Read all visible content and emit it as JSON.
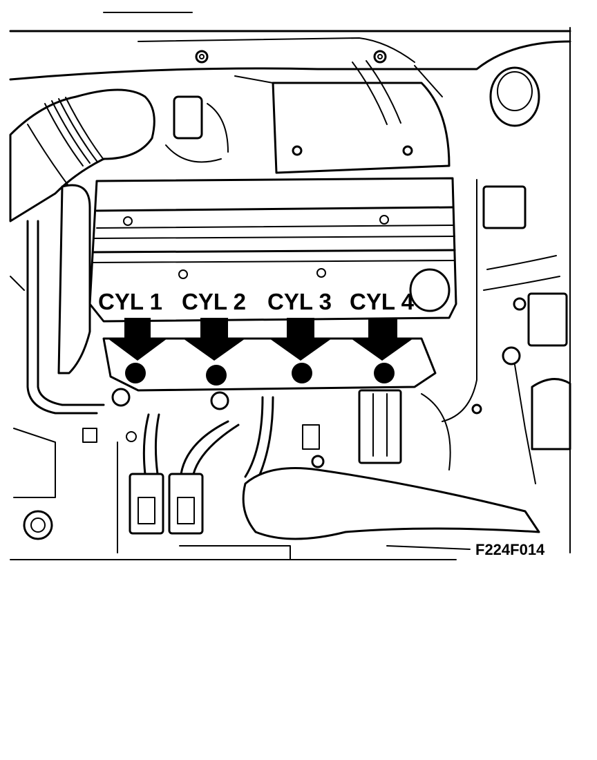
{
  "figure": {
    "cylinder_labels": [
      "CYL 1",
      "CYL 2",
      "CYL 3",
      "CYL 4"
    ],
    "figure_code": "F224F014"
  },
  "icons": {
    "arrow": "down-arrow-icon",
    "plug": "spark-plug-well"
  },
  "colors": {
    "line": "#000000",
    "background": "#ffffff"
  }
}
